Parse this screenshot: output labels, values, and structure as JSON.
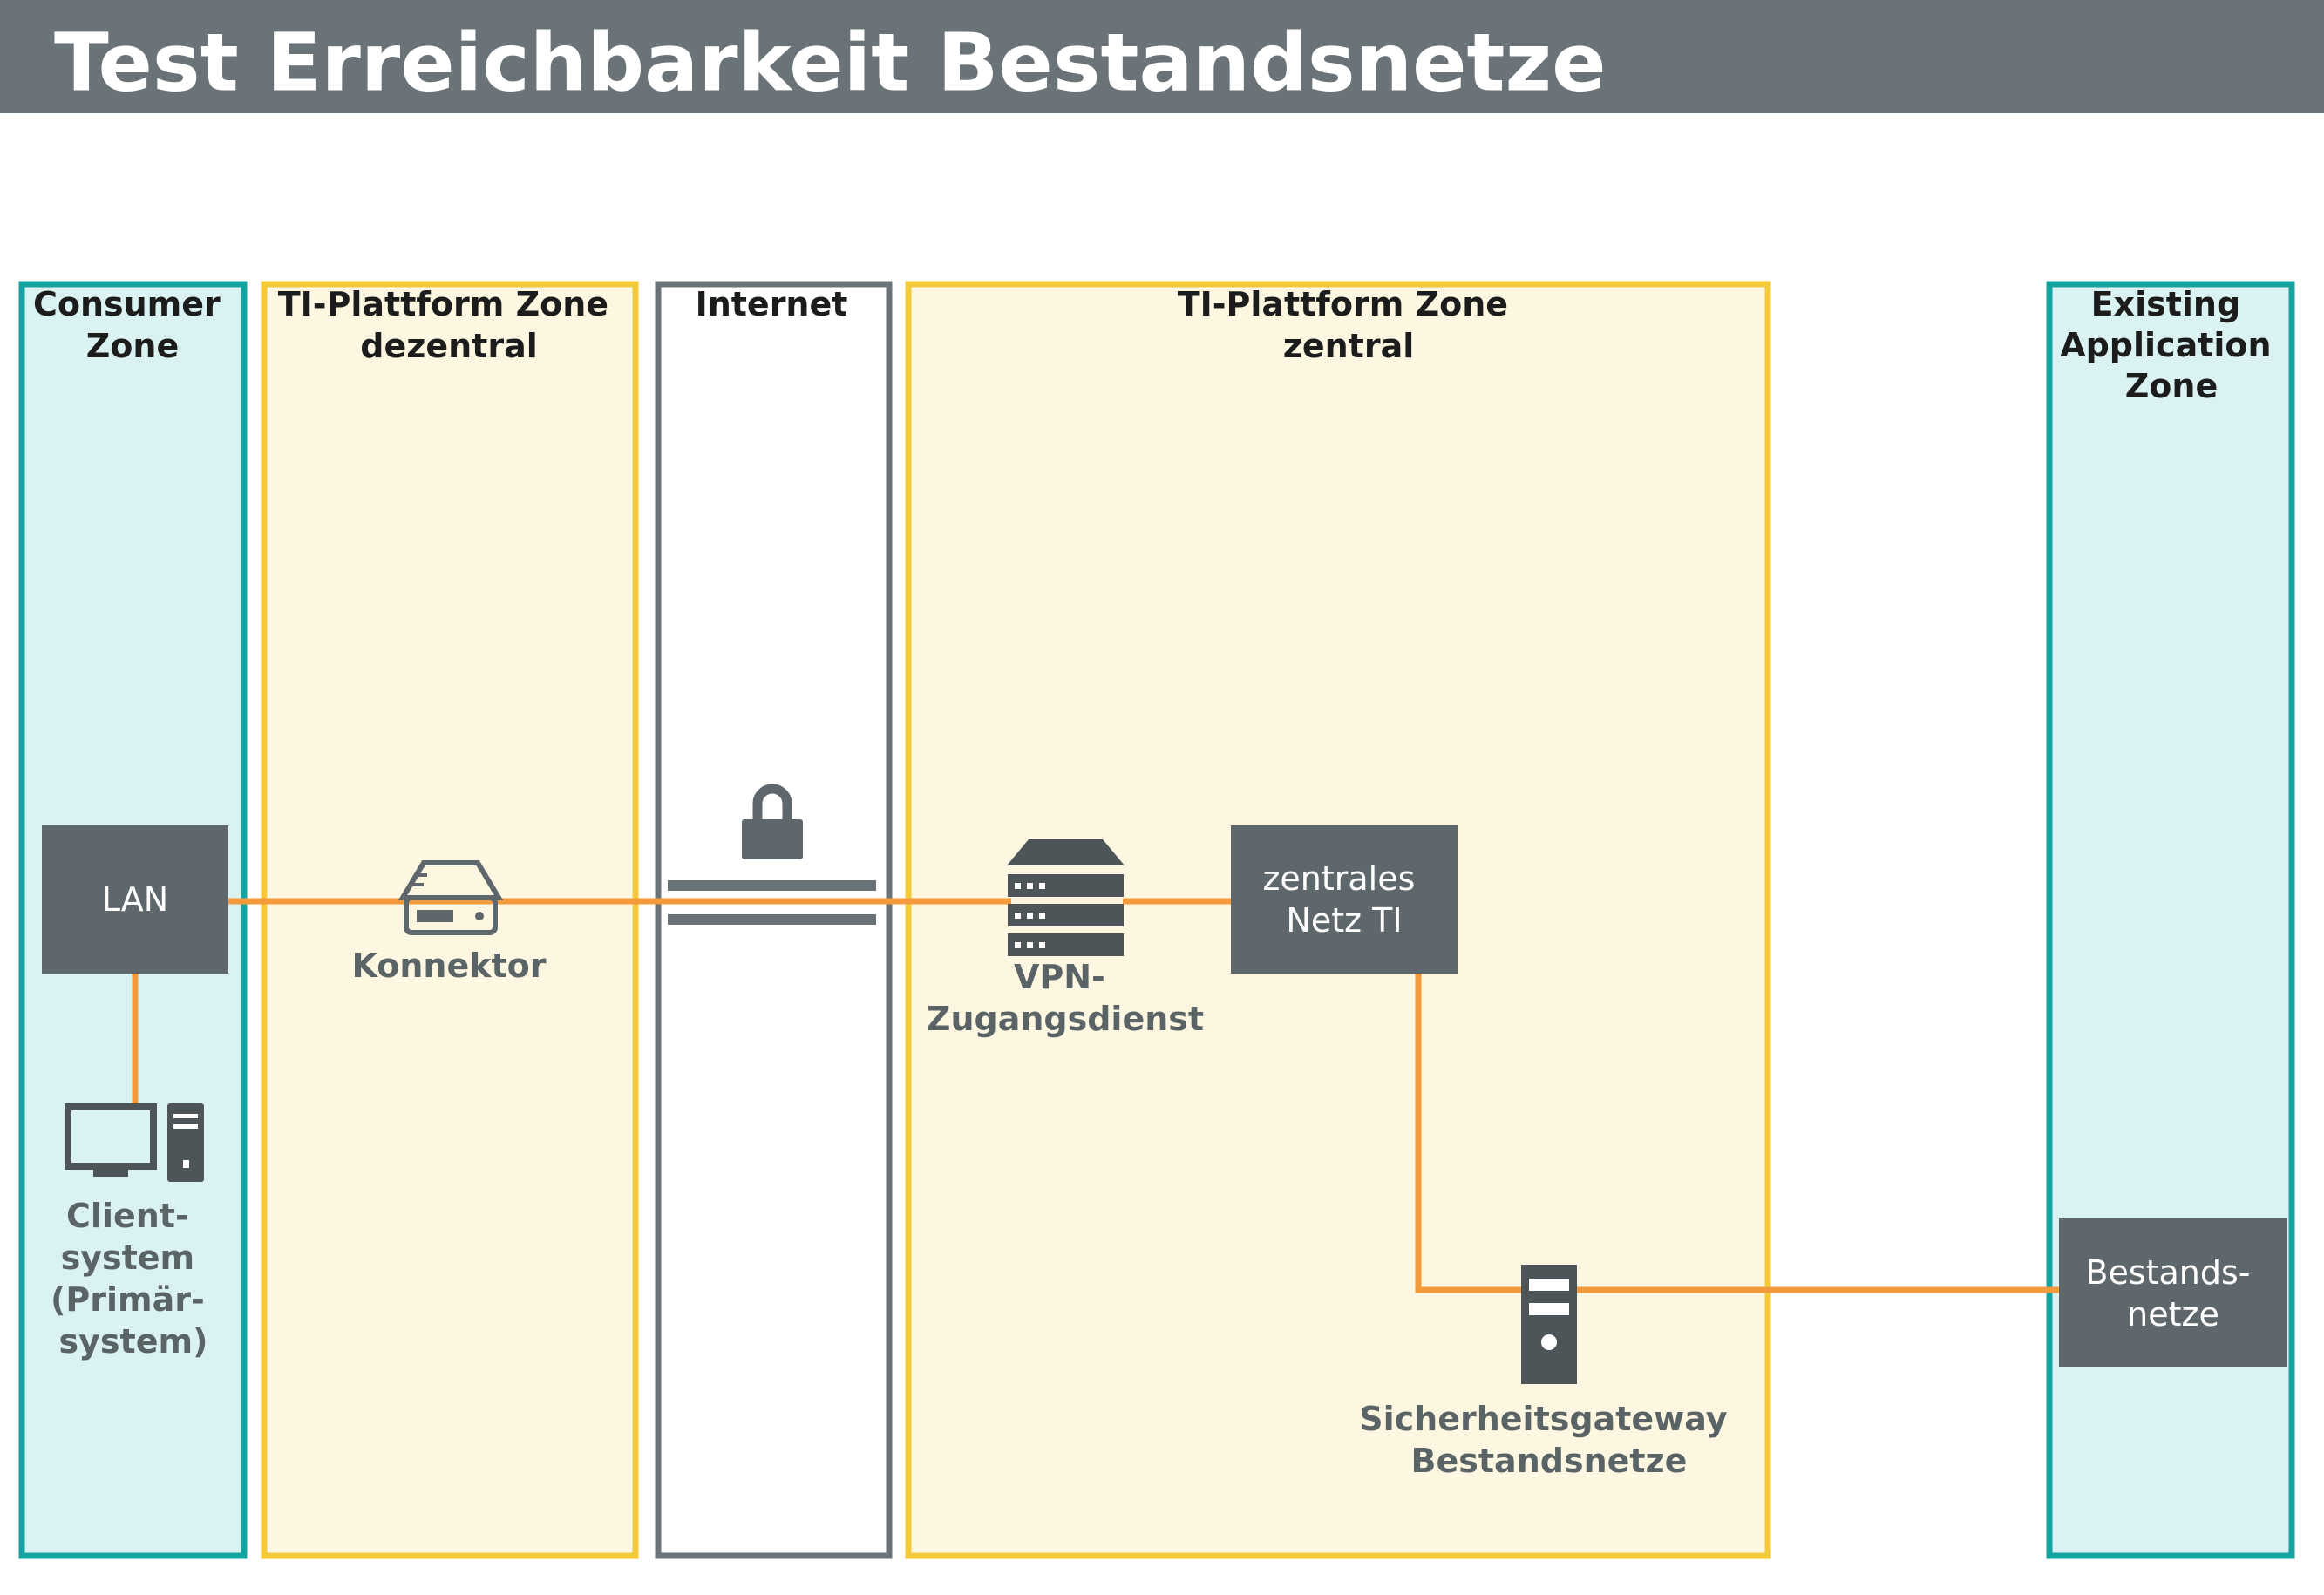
{
  "title": "Test Erreichbarkeit Bestandsnetze",
  "colors": {
    "header_bg": "#6a7378",
    "node_dark": "#5e676b",
    "connector_orange": "#f39a3c",
    "teal_border": "#14a3a0",
    "teal_fill": "#daf2f1",
    "yellow_border": "#f4c93a",
    "yellow_fill": "#fdf7e2",
    "gray_border": "#6a7378",
    "text_dark": "#1c1c1c",
    "text_gray": "#5a6366"
  },
  "zones": {
    "consumer": [
      "Consumer",
      "Zone"
    ],
    "ti_dezentral": [
      "TI-Plattform Zone",
      "dezentral"
    ],
    "internet": [
      "Internet"
    ],
    "ti_zentral": [
      "TI-Plattform Zone",
      "zentral"
    ],
    "existing_app": [
      "Existing",
      "Application",
      "Zone"
    ]
  },
  "nodes": {
    "lan": "LAN",
    "zentrales_netz": [
      "zentrales",
      "Netz TI"
    ],
    "bestandsnetze": [
      "Bestands-",
      "netze"
    ]
  },
  "labels": {
    "konnektor": "Konnektor",
    "vpn": [
      "VPN-",
      "Zugangsdienst"
    ],
    "client": [
      "Client-",
      "system",
      "(Primär-",
      "system)"
    ],
    "gateway": [
      "Sicherheitsgateway",
      "Bestandsnetze"
    ]
  },
  "icons": {
    "konnektor": "router-device-icon",
    "vpn": "server-rack-icon",
    "client": "desktop-computer-icon",
    "gateway": "tower-server-icon",
    "internet": "padlock-icon"
  }
}
